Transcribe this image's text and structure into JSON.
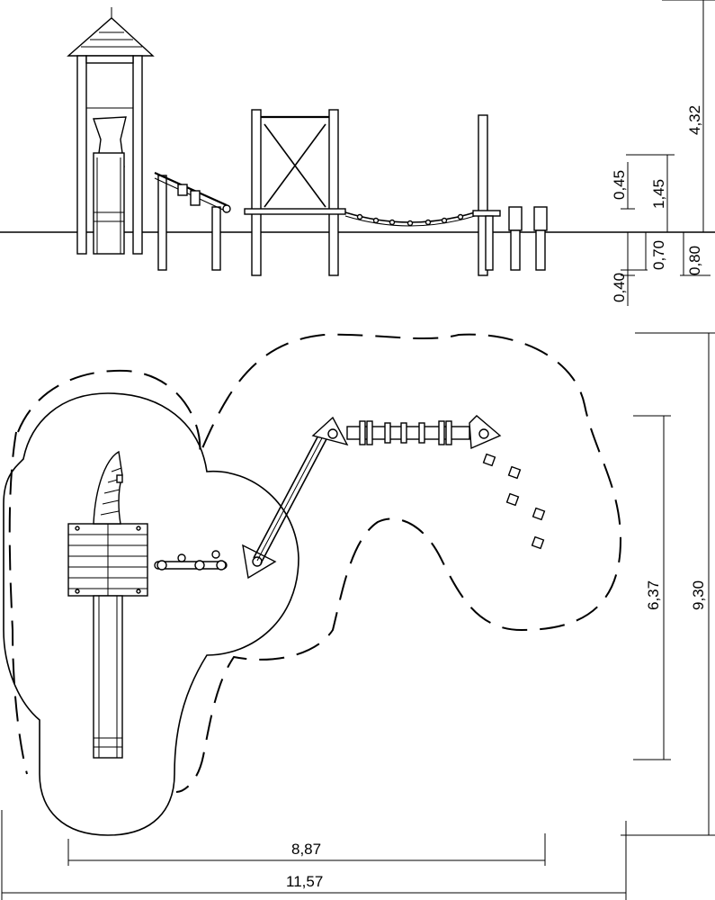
{
  "dimensions": {
    "total_height": "4,32",
    "platform_height": "1,45",
    "beam_height": "0,45",
    "foundation_depth_a": "0,70",
    "foundation_depth_b": "0,80",
    "foundation_depth_c": "0,40",
    "area_width_inner": "8,87",
    "area_width_outer": "11,57",
    "area_depth_inner": "6,37",
    "area_depth_outer": "9,30"
  }
}
